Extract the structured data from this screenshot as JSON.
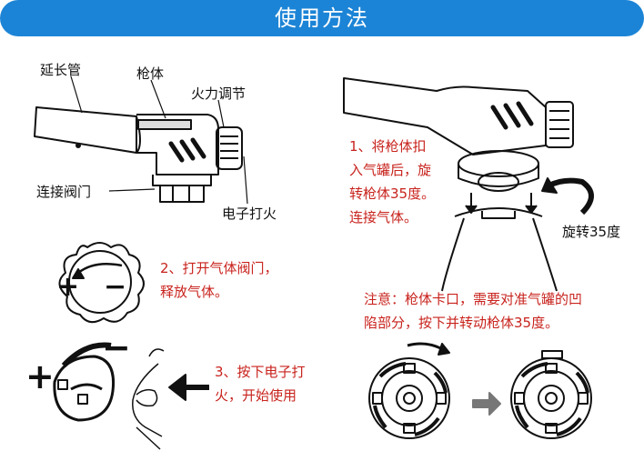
{
  "title": "使用方法",
  "labels": {
    "extension_tube": "延长管",
    "gun_body": "枪体",
    "flame_adjust": "火力调节",
    "connect_valve": "连接阀门",
    "electronic_ignition": "电子打火",
    "rotate_35": "旋转35度"
  },
  "steps": {
    "step1": [
      "1、将枪体扣",
      "入气罐后，旋",
      "转枪体35度。",
      "连接气体。"
    ],
    "step2": [
      "2、打开气体阀门，",
      "释放气体。"
    ],
    "step3": [
      "3、按下电子打",
      "火，开始使用"
    ],
    "note": [
      "注意：枪体卡口，需要对准气罐的凹",
      "陷部分，按下并转动枪体35度。"
    ]
  },
  "symbols": {
    "plus": "+",
    "minus": "−"
  },
  "colors": {
    "banner": "#1c84d6",
    "step_text": "#c8231d"
  }
}
